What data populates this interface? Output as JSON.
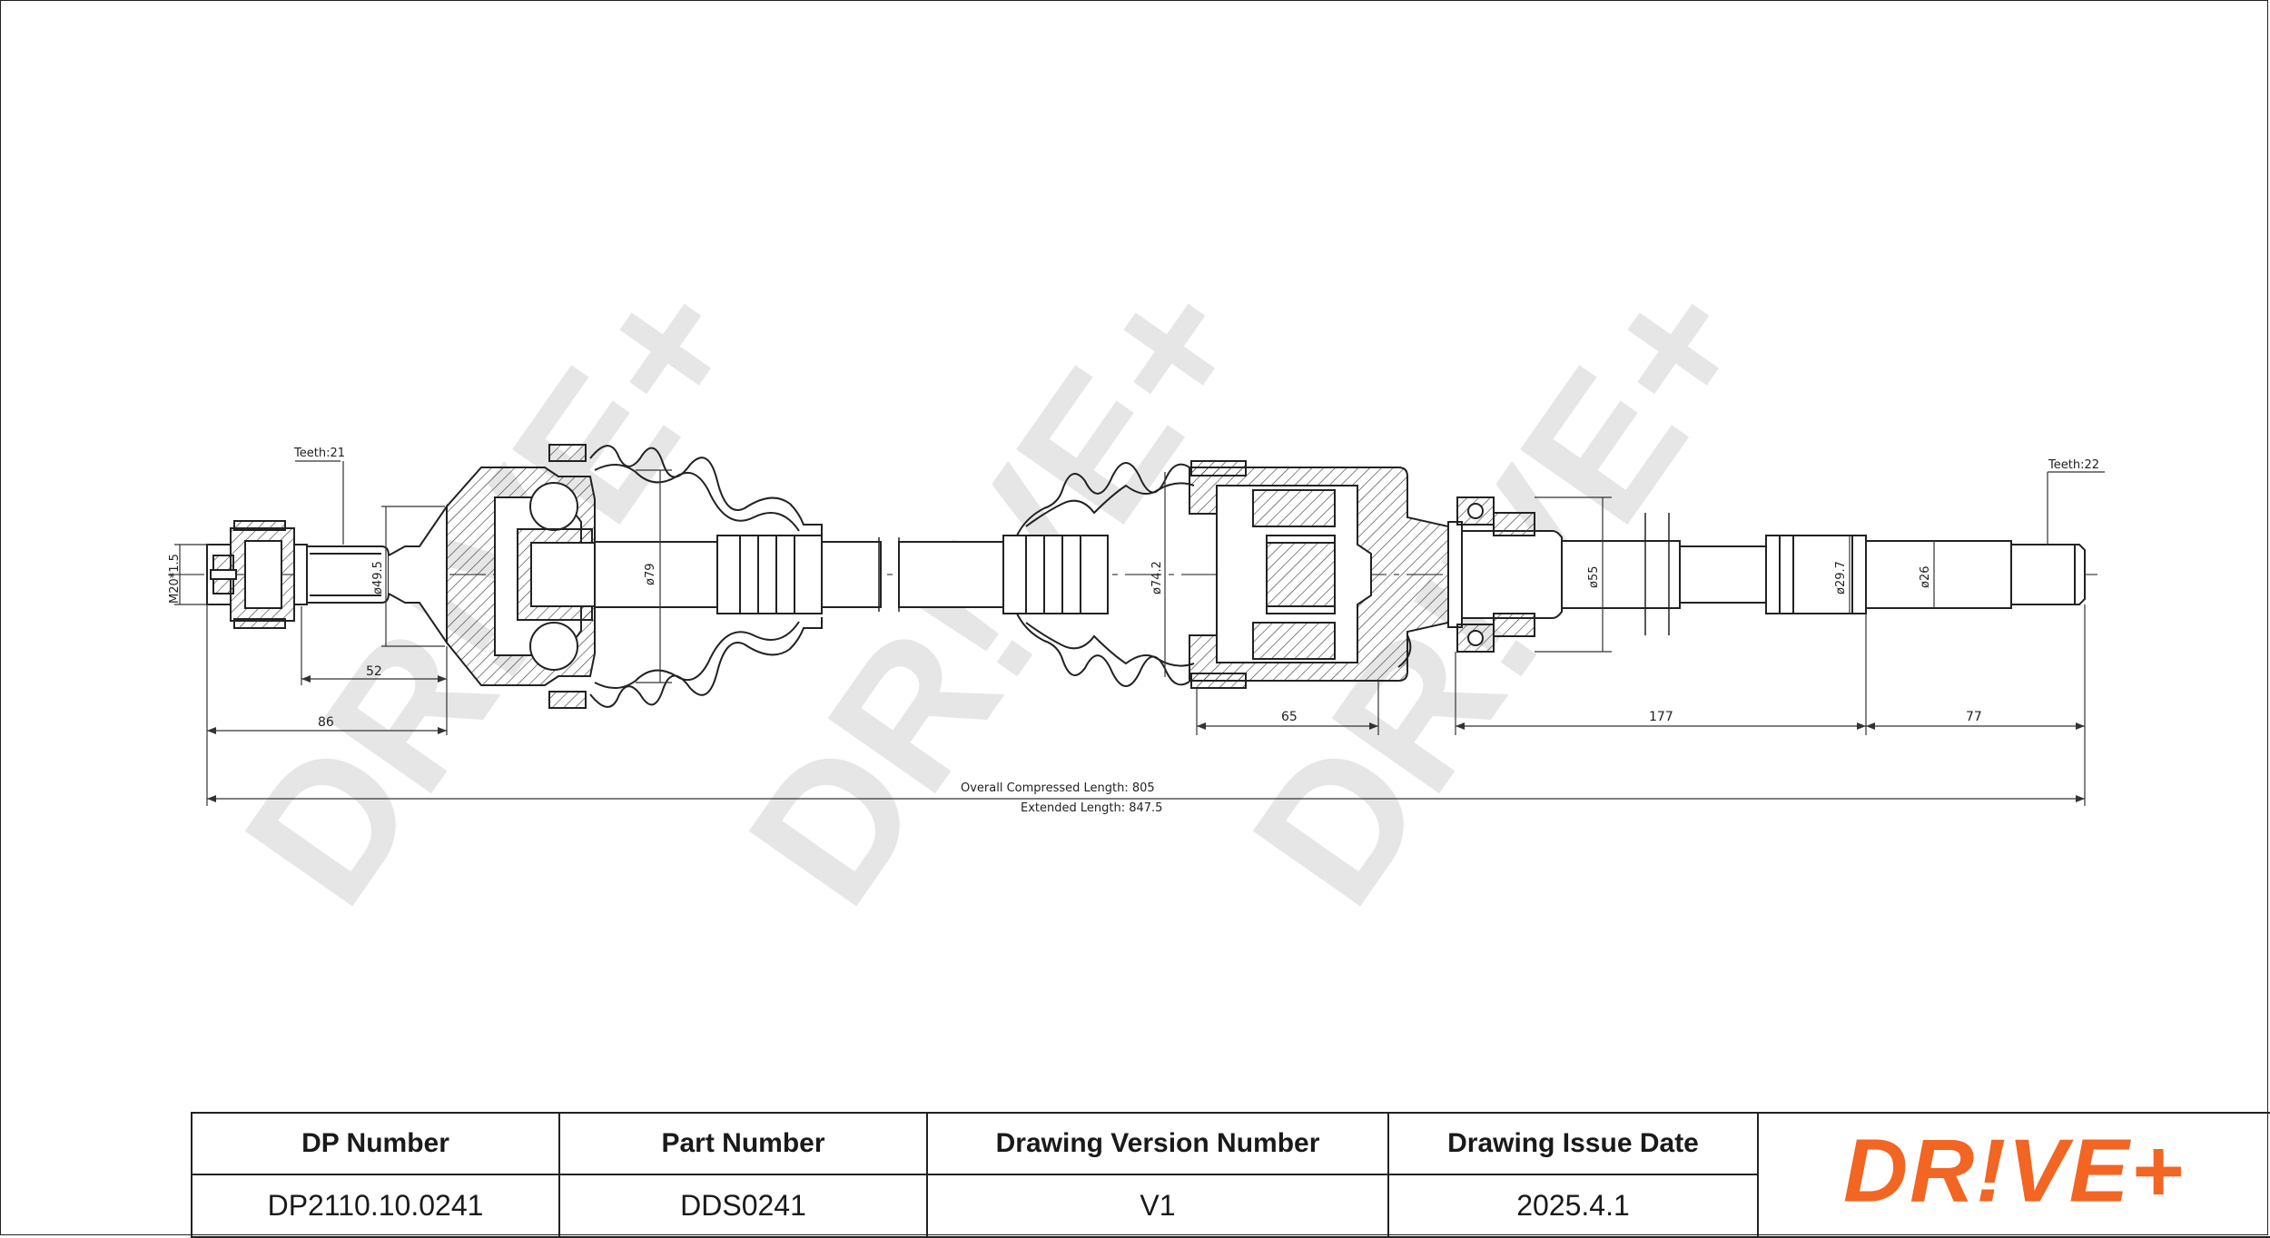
{
  "watermark": "DR!VE+",
  "brand_color": "#f26522",
  "labels": {
    "teeth_left": "Teeth:21",
    "teeth_right": "Teeth:22",
    "thread": "M20*1.5",
    "d495": "ø49.5",
    "d79": "ø79",
    "d742": "ø74.2",
    "d55": "ø55",
    "d297": "ø29.7",
    "d26": "ø26",
    "len52": "52",
    "len86": "86",
    "len65": "65",
    "len177": "177",
    "len77": "77",
    "overall": "Overall  Compressed  Length: 805",
    "extended": "Extended  Length: 847.5"
  },
  "table": {
    "headers": [
      "DP Number",
      "Part Number",
      "Drawing Version Number",
      "Drawing Issue Date"
    ],
    "values": [
      "DP2110.10.0241",
      "DDS0241",
      "V1",
      "2025.4.1"
    ],
    "logo_text": "DR!VE+"
  }
}
